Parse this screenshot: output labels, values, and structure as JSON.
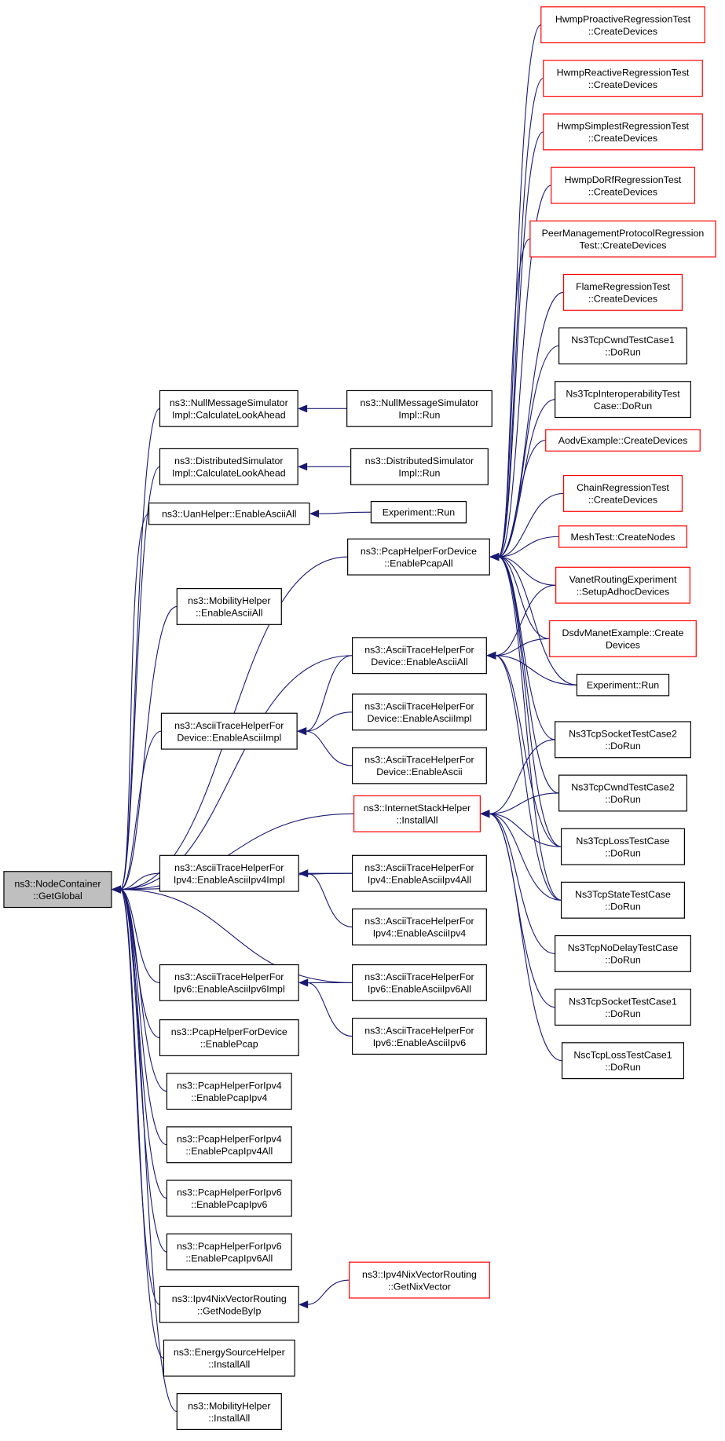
{
  "diagram": {
    "colors": {
      "edge": "#191970",
      "arrowhead": "#191970",
      "node_border_normal": "#000000",
      "node_border_truncated": "#ff0000",
      "root_fill": "#bfbfbf",
      "node_fill": "#ffffff",
      "background": "#ffffff"
    },
    "nodes": [
      {
        "id": "root",
        "lines": [
          "ns3::NodeContainer",
          "::GetGlobal"
        ],
        "style": "root"
      },
      {
        "id": "nullmsg_lookahead",
        "lines": [
          "ns3::NullMessageSimulator",
          "Impl::CalculateLookAhead"
        ],
        "style": "normal"
      },
      {
        "id": "dist_lookahead",
        "lines": [
          "ns3::DistributedSimulator",
          "Impl::CalculateLookAhead"
        ],
        "style": "normal"
      },
      {
        "id": "uan_ascii",
        "lines": [
          "ns3::UanHelper::EnableAsciiAll"
        ],
        "style": "normal"
      },
      {
        "id": "mob_ascii",
        "lines": [
          "ns3::MobilityHelper",
          "::EnableAsciiAll"
        ],
        "style": "normal"
      },
      {
        "id": "atd_impl_l",
        "lines": [
          "ns3::AsciiTraceHelperFor",
          "Device::EnableAsciiImpl"
        ],
        "style": "normal"
      },
      {
        "id": "ipv4_impl",
        "lines": [
          "ns3::AsciiTraceHelperFor",
          "Ipv4::EnableAsciiIpv4Impl"
        ],
        "style": "normal"
      },
      {
        "id": "ipv6_impl",
        "lines": [
          "ns3::AsciiTraceHelperFor",
          "Ipv6::EnableAsciiIpv6Impl"
        ],
        "style": "normal"
      },
      {
        "id": "pcap_dev",
        "lines": [
          "ns3::PcapHelperForDevice",
          "::EnablePcap"
        ],
        "style": "normal"
      },
      {
        "id": "pcap_ipv4",
        "lines": [
          "ns3::PcapHelperForIpv4",
          "::EnablePcapIpv4"
        ],
        "style": "normal"
      },
      {
        "id": "pcap_ipv4all",
        "lines": [
          "ns3::PcapHelperForIpv4",
          "::EnablePcapIpv4All"
        ],
        "style": "normal"
      },
      {
        "id": "pcap_ipv6",
        "lines": [
          "ns3::PcapHelperForIpv6",
          "::EnablePcapIpv6"
        ],
        "style": "normal"
      },
      {
        "id": "pcap_ipv6all",
        "lines": [
          "ns3::PcapHelperForIpv6",
          "::EnablePcapIpv6All"
        ],
        "style": "normal"
      },
      {
        "id": "nix_getnode",
        "lines": [
          "ns3::Ipv4NixVectorRouting",
          "::GetNodeByIp"
        ],
        "style": "normal"
      },
      {
        "id": "energy_install",
        "lines": [
          "ns3::EnergySourceHelper",
          "::InstallAll"
        ],
        "style": "normal"
      },
      {
        "id": "mob_install",
        "lines": [
          "ns3::MobilityHelper",
          "::InstallAll"
        ],
        "style": "normal"
      },
      {
        "id": "nullmsg_run",
        "lines": [
          "ns3::NullMessageSimulator",
          "Impl::Run"
        ],
        "style": "normal"
      },
      {
        "id": "dist_run",
        "lines": [
          "ns3::DistributedSimulator",
          "Impl::Run"
        ],
        "style": "normal"
      },
      {
        "id": "exp_run_mid",
        "lines": [
          "Experiment::Run"
        ],
        "style": "normal"
      },
      {
        "id": "pcap_all",
        "lines": [
          "ns3::PcapHelperForDevice",
          "::EnablePcapAll"
        ],
        "style": "normal"
      },
      {
        "id": "atd_all",
        "lines": [
          "ns3::AsciiTraceHelperFor",
          "Device::EnableAsciiAll"
        ],
        "style": "normal"
      },
      {
        "id": "atd_impl_m",
        "lines": [
          "ns3::AsciiTraceHelperFor",
          "Device::EnableAsciiImpl"
        ],
        "style": "normal"
      },
      {
        "id": "atd_ascii",
        "lines": [
          "ns3::AsciiTraceHelperFor",
          "Device::EnableAscii"
        ],
        "style": "normal"
      },
      {
        "id": "inet_install",
        "lines": [
          "ns3::InternetStackHelper",
          "::InstallAll"
        ],
        "style": "truncated"
      },
      {
        "id": "ipv4_all",
        "lines": [
          "ns3::AsciiTraceHelperFor",
          "Ipv4::EnableAsciiIpv4All"
        ],
        "style": "normal"
      },
      {
        "id": "ipv4_ascii",
        "lines": [
          "ns3::AsciiTraceHelperFor",
          "Ipv4::EnableAsciiIpv4"
        ],
        "style": "normal"
      },
      {
        "id": "ipv6_all",
        "lines": [
          "ns3::AsciiTraceHelperFor",
          "Ipv6::EnableAsciiIpv6All"
        ],
        "style": "normal"
      },
      {
        "id": "ipv6_ascii",
        "lines": [
          "ns3::AsciiTraceHelperFor",
          "Ipv6::EnableAsciiIpv6"
        ],
        "style": "normal"
      },
      {
        "id": "nix_getvec",
        "lines": [
          "ns3::Ipv4NixVectorRouting",
          "::GetNixVector"
        ],
        "style": "truncated"
      },
      {
        "id": "hwmp_pro",
        "lines": [
          "HwmpProactiveRegressionTest",
          "::CreateDevices"
        ],
        "style": "truncated"
      },
      {
        "id": "hwmp_rea",
        "lines": [
          "HwmpReactiveRegressionTest",
          "::CreateDevices"
        ],
        "style": "truncated"
      },
      {
        "id": "hwmp_sim",
        "lines": [
          "HwmpSimplestRegressionTest",
          "::CreateDevices"
        ],
        "style": "truncated"
      },
      {
        "id": "hwmp_dorf",
        "lines": [
          "HwmpDoRfRegressionTest",
          "::CreateDevices"
        ],
        "style": "truncated"
      },
      {
        "id": "peer_mgmt",
        "lines": [
          "PeerManagementProtocolRegression",
          "Test::CreateDevices"
        ],
        "style": "truncated"
      },
      {
        "id": "flame",
        "lines": [
          "FlameRegressionTest",
          "::CreateDevices"
        ],
        "style": "truncated"
      },
      {
        "id": "cwnd1",
        "lines": [
          "Ns3TcpCwndTestCase1",
          "::DoRun"
        ],
        "style": "normal"
      },
      {
        "id": "interop",
        "lines": [
          "Ns3TcpInteroperabilityTest",
          "Case::DoRun"
        ],
        "style": "normal"
      },
      {
        "id": "aodv",
        "lines": [
          "AodvExample::CreateDevices"
        ],
        "style": "truncated"
      },
      {
        "id": "chain",
        "lines": [
          "ChainRegressionTest",
          "::CreateDevices"
        ],
        "style": "truncated"
      },
      {
        "id": "meshtest",
        "lines": [
          "MeshTest::CreateNodes"
        ],
        "style": "truncated"
      },
      {
        "id": "vanet",
        "lines": [
          "VanetRoutingExperiment",
          "::SetupAdhocDevices"
        ],
        "style": "truncated"
      },
      {
        "id": "dsdv",
        "lines": [
          "DsdvManetExample::Create",
          "Devices"
        ],
        "style": "truncated"
      },
      {
        "id": "exp_run_r",
        "lines": [
          "Experiment::Run"
        ],
        "style": "normal"
      },
      {
        "id": "sock2",
        "lines": [
          "Ns3TcpSocketTestCase2",
          "::DoRun"
        ],
        "style": "normal"
      },
      {
        "id": "cwnd2",
        "lines": [
          "Ns3TcpCwndTestCase2",
          "::DoRun"
        ],
        "style": "normal"
      },
      {
        "id": "loss",
        "lines": [
          "Ns3TcpLossTestCase",
          "::DoRun"
        ],
        "style": "normal"
      },
      {
        "id": "state",
        "lines": [
          "Ns3TcpStateTestCase",
          "::DoRun"
        ],
        "style": "normal"
      },
      {
        "id": "nodelay",
        "lines": [
          "Ns3TcpNoDelayTestCase",
          "::DoRun"
        ],
        "style": "normal"
      },
      {
        "id": "sock1",
        "lines": [
          "Ns3TcpSocketTestCase1",
          "::DoRun"
        ],
        "style": "normal"
      },
      {
        "id": "nsc_loss",
        "lines": [
          "NscTcpLossTestCase1",
          "::DoRun"
        ],
        "style": "normal"
      }
    ],
    "edges": [
      {
        "from": "nullmsg_lookahead",
        "to": "root"
      },
      {
        "from": "dist_lookahead",
        "to": "root"
      },
      {
        "from": "uan_ascii",
        "to": "root"
      },
      {
        "from": "mob_ascii",
        "to": "root"
      },
      {
        "from": "atd_impl_l",
        "to": "root"
      },
      {
        "from": "ipv4_impl",
        "to": "root"
      },
      {
        "from": "ipv6_impl",
        "to": "root"
      },
      {
        "from": "pcap_dev",
        "to": "root"
      },
      {
        "from": "pcap_ipv4",
        "to": "root"
      },
      {
        "from": "pcap_ipv4all",
        "to": "root"
      },
      {
        "from": "pcap_ipv6",
        "to": "root"
      },
      {
        "from": "pcap_ipv6all",
        "to": "root"
      },
      {
        "from": "nix_getnode",
        "to": "root"
      },
      {
        "from": "energy_install",
        "to": "root"
      },
      {
        "from": "mob_install",
        "to": "root"
      },
      {
        "from": "pcap_all",
        "to": "root"
      },
      {
        "from": "atd_all",
        "to": "root"
      },
      {
        "from": "inet_install",
        "to": "root"
      },
      {
        "from": "ipv4_all",
        "to": "root"
      },
      {
        "from": "ipv6_all",
        "to": "root"
      },
      {
        "from": "nullmsg_run",
        "to": "nullmsg_lookahead"
      },
      {
        "from": "dist_run",
        "to": "dist_lookahead"
      },
      {
        "from": "exp_run_mid",
        "to": "uan_ascii"
      },
      {
        "from": "atd_all",
        "to": "atd_impl_l"
      },
      {
        "from": "atd_impl_m",
        "to": "atd_impl_l"
      },
      {
        "from": "atd_ascii",
        "to": "atd_impl_l"
      },
      {
        "from": "ipv4_all",
        "to": "ipv4_impl"
      },
      {
        "from": "ipv4_ascii",
        "to": "ipv4_impl"
      },
      {
        "from": "ipv6_all",
        "to": "ipv6_impl"
      },
      {
        "from": "ipv6_ascii",
        "to": "ipv6_impl"
      },
      {
        "from": "nix_getvec",
        "to": "nix_getnode"
      },
      {
        "from": "hwmp_pro",
        "to": "pcap_all"
      },
      {
        "from": "hwmp_rea",
        "to": "pcap_all"
      },
      {
        "from": "hwmp_sim",
        "to": "pcap_all"
      },
      {
        "from": "hwmp_dorf",
        "to": "pcap_all"
      },
      {
        "from": "peer_mgmt",
        "to": "pcap_all"
      },
      {
        "from": "flame",
        "to": "pcap_all"
      },
      {
        "from": "cwnd1",
        "to": "pcap_all"
      },
      {
        "from": "interop",
        "to": "pcap_all"
      },
      {
        "from": "aodv",
        "to": "pcap_all"
      },
      {
        "from": "chain",
        "to": "pcap_all"
      },
      {
        "from": "meshtest",
        "to": "pcap_all"
      },
      {
        "from": "vanet",
        "to": "pcap_all"
      },
      {
        "from": "dsdv",
        "to": "pcap_all"
      },
      {
        "from": "exp_run_r",
        "to": "pcap_all"
      },
      {
        "from": "sock2",
        "to": "pcap_all"
      },
      {
        "from": "cwnd2",
        "to": "pcap_all"
      },
      {
        "from": "loss",
        "to": "pcap_all"
      },
      {
        "from": "state",
        "to": "pcap_all"
      },
      {
        "from": "vanet",
        "to": "atd_all"
      },
      {
        "from": "dsdv",
        "to": "atd_all"
      },
      {
        "from": "exp_run_r",
        "to": "atd_all"
      },
      {
        "from": "loss",
        "to": "atd_all"
      },
      {
        "from": "state",
        "to": "atd_all"
      },
      {
        "from": "sock2",
        "to": "inet_install"
      },
      {
        "from": "cwnd2",
        "to": "inet_install"
      },
      {
        "from": "loss",
        "to": "inet_install"
      },
      {
        "from": "state",
        "to": "inet_install"
      },
      {
        "from": "nodelay",
        "to": "inet_install"
      },
      {
        "from": "sock1",
        "to": "inet_install"
      },
      {
        "from": "nsc_loss",
        "to": "inet_install"
      }
    ]
  }
}
